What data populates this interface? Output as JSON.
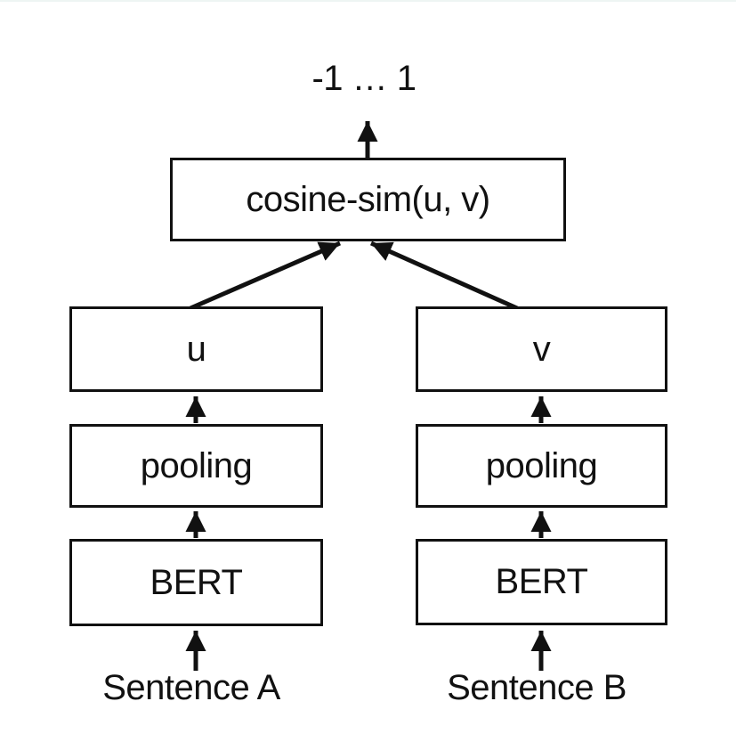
{
  "diagram": {
    "output_range_label": "-1 … 1",
    "similarity_box_label": "cosine-sim(u, v)",
    "left_branch": {
      "embedding_label": "u",
      "pooling_label": "pooling",
      "encoder_label": "BERT",
      "input_label": "Sentence A"
    },
    "right_branch": {
      "embedding_label": "v",
      "pooling_label": "pooling",
      "encoder_label": "BERT",
      "input_label": "Sentence B"
    },
    "colors": {
      "line": "#111111",
      "background": "#ffffff",
      "top_edge_strip": "#eef5f3"
    }
  }
}
